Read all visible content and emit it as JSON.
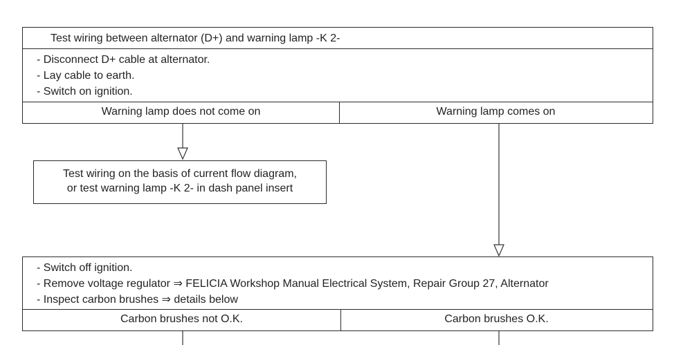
{
  "box1": {
    "title": "Test wiring between alternator (D+) and warning lamp -K 2-",
    "steps": [
      "Disconnect D+ cable at alternator.",
      "Lay cable to earth.",
      "Switch on ignition."
    ],
    "outcome_left": "Warning lamp does not come on",
    "outcome_right": "Warning lamp comes on"
  },
  "box2": {
    "lines": [
      "Test wiring on the basis of current flow diagram,",
      "or test warning lamp -K 2- in dash panel insert"
    ]
  },
  "box3": {
    "steps": [
      "Switch off ignition.",
      "Remove voltage regulator ⇒ FELICIA Workshop Manual Electrical System, Repair Group 27, Alternator",
      "Inspect carbon brushes ⇒ details below"
    ],
    "outcome_left": "Carbon brushes not O.K.",
    "outcome_right": "Carbon brushes O.K."
  }
}
